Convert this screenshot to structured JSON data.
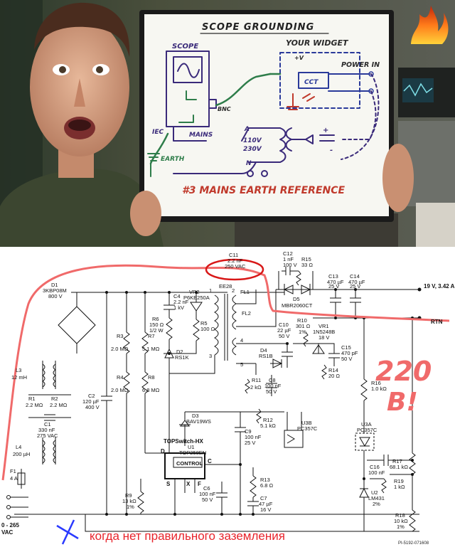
{
  "photo": {
    "board_title": "SCOPE GROUNDING",
    "labels": {
      "scope": "SCOPE",
      "widget": "YOUR WIDGET",
      "power_in": "POWER IN",
      "bnc": "BNC",
      "cct": "CCT",
      "iec": "IEC",
      "mains": "MAINS",
      "earth": "EARTH",
      "v110": "110V",
      "v230": "230V",
      "a": "A",
      "n": "N",
      "plus_v": "+V",
      "minus": "-",
      "plus": "+"
    },
    "caption": "#3 MAINS EARTH REFERENCE"
  },
  "schematic": {
    "annotation_220": "220",
    "annotation_v": "B!",
    "footer_text": "когда нет правильного заземления",
    "output_label": "19 V, 3.42 A",
    "rtn_label": "RTN",
    "input_label": "0 - 265",
    "input_unit": "VAC",
    "part_number": "PI-5192-071608",
    "components": {
      "c11": [
        "C11",
        "2.2 nF",
        "250 VAC"
      ],
      "c12": [
        "C12",
        "1 nF",
        "100 V"
      ],
      "r15": [
        "R15",
        "33 Ω"
      ],
      "c13": [
        "C13",
        "470 µF",
        "25 V"
      ],
      "c14": [
        "C14",
        "470 µF",
        "25 V"
      ],
      "d5": [
        "D5",
        "MBR2060CT"
      ],
      "d1": [
        "D1",
        "3KBP08M",
        "800 V"
      ],
      "c4": [
        "C4",
        "2.2 nF",
        "1 kV"
      ],
      "vr2": [
        "VR2",
        "P6KE250A"
      ],
      "ee28": [
        "EE28"
      ],
      "fl1": [
        "FL1"
      ],
      "fl2": [
        "FL2"
      ],
      "r6": [
        "R6",
        "150 Ω",
        "1/2 W"
      ],
      "r5": [
        "R5",
        "100 Ω"
      ],
      "r3": [
        "R3",
        "2.0 MΩ"
      ],
      "r7": [
        "R7",
        "5.1 MΩ"
      ],
      "d2": [
        "D2",
        "RS1K"
      ],
      "c10": [
        "C10",
        "22 µF",
        "50 V"
      ],
      "r10": [
        "R10",
        "301 Ω",
        "1%"
      ],
      "vr1": [
        "VR1",
        "1N5248B",
        "18 V"
      ],
      "c15": [
        "C15",
        "470 pF",
        "50 V"
      ],
      "d4": [
        "D4",
        "RS1B"
      ],
      "r14": [
        "R14",
        "20 Ω"
      ],
      "l3": [
        "L3",
        "12 mH"
      ],
      "r1": [
        "R1",
        "2.2 MΩ"
      ],
      "r2": [
        "R2",
        "2.2 MΩ"
      ],
      "c1": [
        "C1",
        "330 nF",
        "275 VAC"
      ],
      "c2": [
        "C2",
        "120 µF",
        "400 V"
      ],
      "r4": [
        "R4",
        "2.0 MΩ"
      ],
      "r8": [
        "R8",
        "6.8 MΩ"
      ],
      "r11": [
        "R11",
        "2 kΩ"
      ],
      "c8": [
        "C8",
        "100 nF",
        "50 V"
      ],
      "r16": [
        "R16",
        "1.0 kΩ"
      ],
      "d3": [
        "D3",
        "BAV19WS"
      ],
      "r12": [
        "R12",
        "5.1 kΩ"
      ],
      "u3b": [
        "U3B",
        "PC357C"
      ],
      "u3a": [
        "U3A",
        "PC357C"
      ],
      "l4": [
        "L4",
        "200 µH"
      ],
      "u1": [
        "TOPSwitch-HX",
        "U1",
        "TOP258EN"
      ],
      "control": [
        "CONTROL"
      ],
      "c9": [
        "C9",
        "100 nF",
        "25 V"
      ],
      "f1": [
        "F1",
        "4 A"
      ],
      "c16": [
        "C16",
        "100 nF"
      ],
      "r17": [
        "R17",
        "68.1 kΩ"
      ],
      "r19": [
        "R19",
        "1 kΩ"
      ],
      "r13": [
        "R13",
        "6.8 Ω"
      ],
      "c7": [
        "C7",
        "47 µF",
        "16 V"
      ],
      "c6": [
        "C6",
        "100 nF",
        "50 V"
      ],
      "r9": [
        "R9",
        "13 kΩ",
        "1%"
      ],
      "u2": [
        "U2",
        "LM431",
        "2%"
      ],
      "r18": [
        "R18",
        "10 kΩ",
        "1%"
      ]
    },
    "pins": {
      "p1": "1",
      "p2": "2",
      "p3": "3",
      "p4": "4",
      "p5": "5",
      "d": "D",
      "c": "C",
      "s": "S",
      "x": "X",
      "f": "F"
    }
  },
  "colors": {
    "annotation_red": "#f06a6a",
    "circle_red": "#d81818",
    "board_ink_purple": "#3a2a7a",
    "board_ink_green": "#2e7d4a",
    "board_ink_red": "#c0392b",
    "board_ink_blue": "#2a3a9a"
  }
}
